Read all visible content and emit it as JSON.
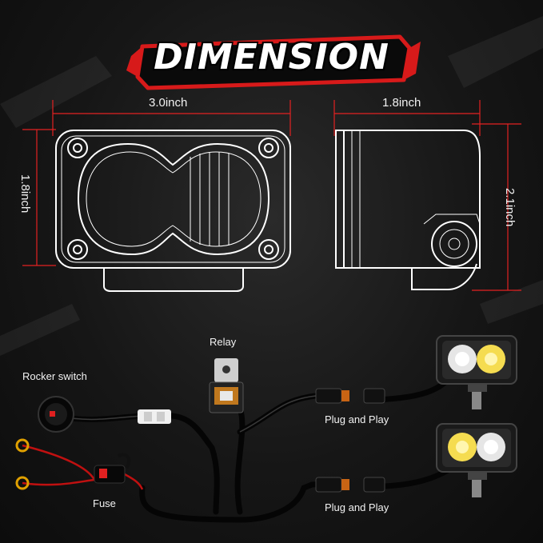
{
  "title": "DIMENSION",
  "dimensions": {
    "front_width": "3.0inch",
    "front_height": "1.8inch",
    "side_width": "1.8inch",
    "side_height": "2.1inch"
  },
  "wiring": {
    "relay": "Relay",
    "rocker_switch": "Rocker switch",
    "fuse": "Fuse",
    "plug_1": "Plug and Play",
    "plug_2": "Plug and Play"
  },
  "colors": {
    "dimension_line": "#e32222",
    "title_outline": "#d71a1a",
    "outline": "#ffffff",
    "wire": "#161616"
  }
}
